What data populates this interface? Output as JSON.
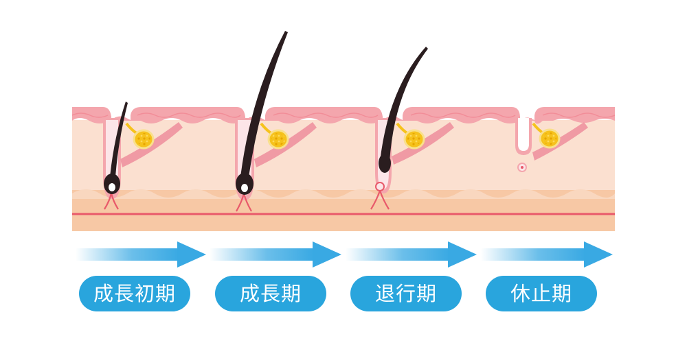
{
  "stages": [
    {
      "label": "成長初期"
    },
    {
      "label": "成長期"
    },
    {
      "label": "退行期"
    },
    {
      "label": "休止期"
    }
  ],
  "colors": {
    "epidermis": "#f4a6ad",
    "dermis": "#fbe0d0",
    "subcutis": "#f7c8a5",
    "vessel": "#e8596a",
    "hair": "#2a1d1f",
    "sebaceous_gland": "#f6c21c",
    "arrow": "#39a9e3",
    "label_pill": "#29a5dd",
    "label_text": "#ffffff"
  }
}
